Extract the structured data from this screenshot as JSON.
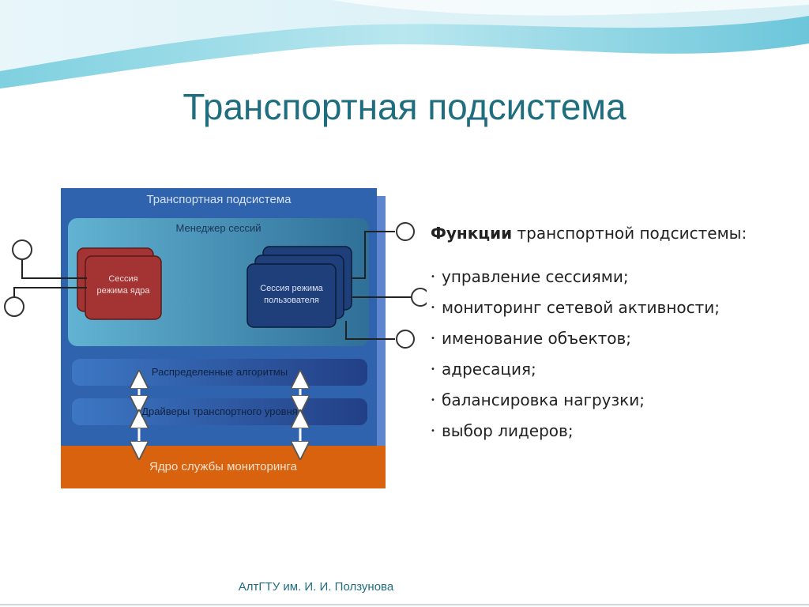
{
  "slide": {
    "title": "Транспортная подсистема",
    "footer": "АлтГТУ им. И. И. Ползунова"
  },
  "diagram": {
    "outer_label": "Транспортная подсистема",
    "session_manager": "Менеджер сессий",
    "kernel_session": [
      "Сессия",
      "режима ядра"
    ],
    "user_session": [
      "Сессия режима",
      "пользователя"
    ],
    "distributed_algorithms": "Распределенные алгоритмы",
    "transport_drivers": "Драйверы транспортного уровня",
    "monitoring_core": "Ядро службы мониторинга"
  },
  "functions": {
    "heading_bold": "Функции",
    "heading_rest": " транспортной подсистемы:",
    "items": [
      "управление сессиями;",
      "мониторинг сетевой активности;",
      "именование объектов;",
      "адресация;",
      "балансировка нагрузки;",
      "выбор лидеров;"
    ]
  },
  "colors": {
    "title": "#1f6e80",
    "outer_box": "#2f63ad",
    "kernel_session": "#a43333",
    "user_session": "#1f3f7a",
    "monitoring_core": "#d8620e"
  }
}
